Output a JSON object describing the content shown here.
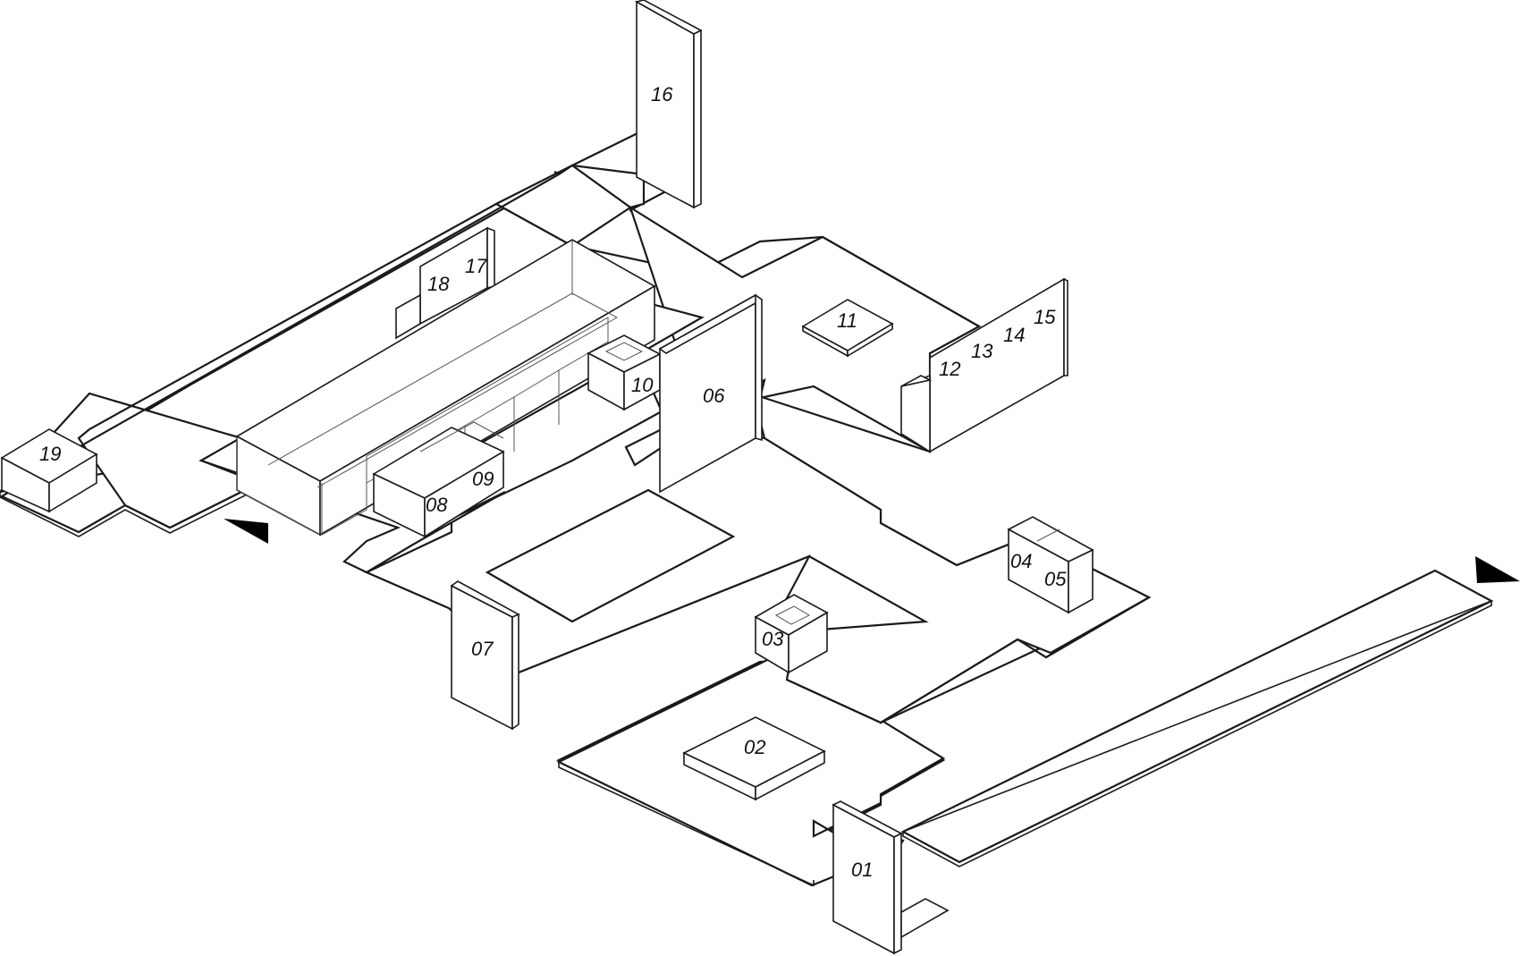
{
  "diagram": {
    "labels": {
      "n01": "01",
      "n02": "02",
      "n03": "03",
      "n04": "04",
      "n05": "05",
      "n06": "06",
      "n07": "07",
      "n08": "08",
      "n09": "09",
      "n10": "10",
      "n11": "11",
      "n12": "12",
      "n13": "13",
      "n14": "14",
      "n15": "15",
      "n16": "16",
      "n17": "17",
      "n18": "18",
      "n19": "19"
    },
    "icons": {
      "entrance": "entrance-arrow-icon",
      "exit": "exit-arrow-icon"
    }
  }
}
